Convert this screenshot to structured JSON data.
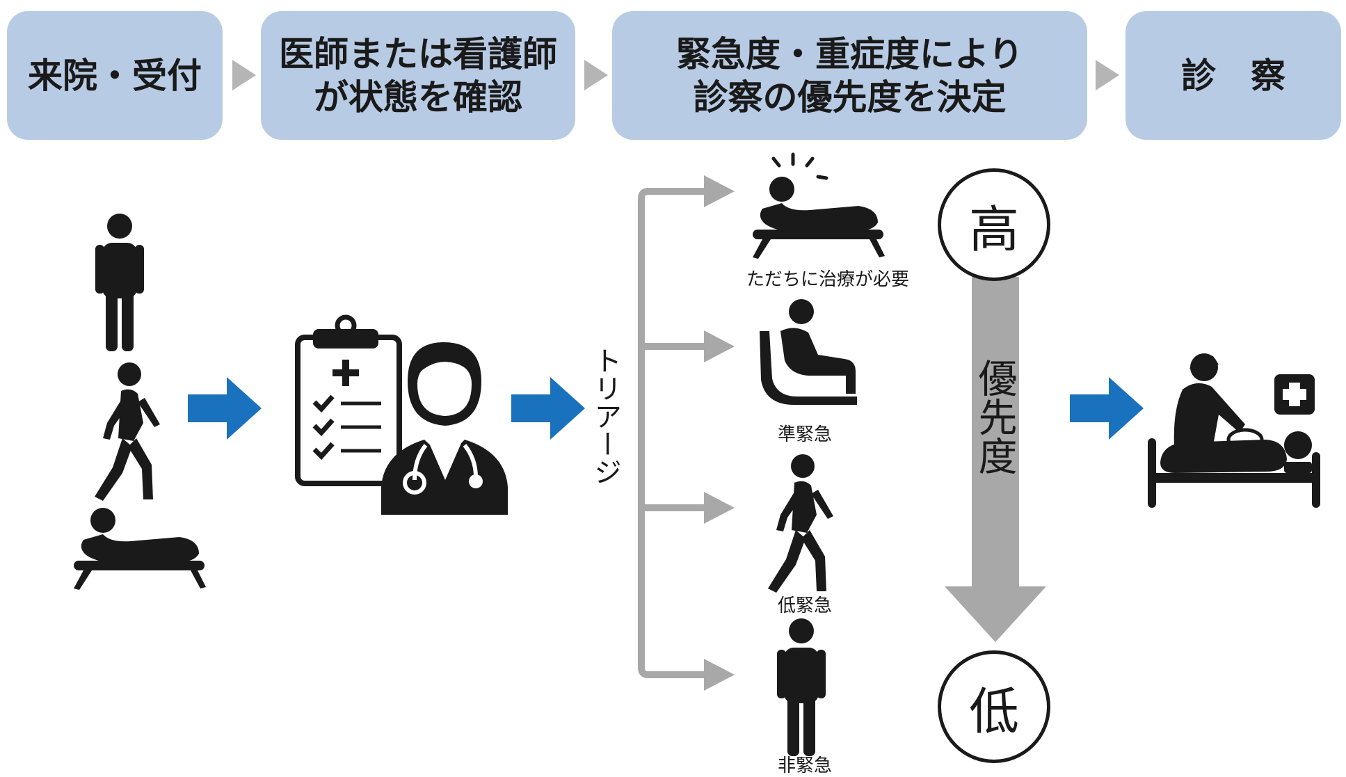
{
  "steps": [
    {
      "label": "来院・受付"
    },
    {
      "label": "医師または看護師\nが状態を確認"
    },
    {
      "label": "緊急度・重症度により\n診察の優先度を決定"
    },
    {
      "label": "診　察"
    }
  ],
  "triage_label": "トリアージ",
  "categories": [
    {
      "label": "ただちに治療が必要",
      "icon": "lying-patient-pain-icon"
    },
    {
      "label": "準緊急",
      "icon": "seated-person-icon"
    },
    {
      "label": "低緊急",
      "icon": "walking-person-icon"
    },
    {
      "label": "非緊急",
      "icon": "standing-person-icon"
    }
  ],
  "priority": {
    "high": "高",
    "low": "低",
    "label": "優先度"
  },
  "colors": {
    "step_bg": "#b8cbe5",
    "blue_arrow": "#1a72bf",
    "gray": "#a8a8a8",
    "icon": "#1a1a1a"
  }
}
